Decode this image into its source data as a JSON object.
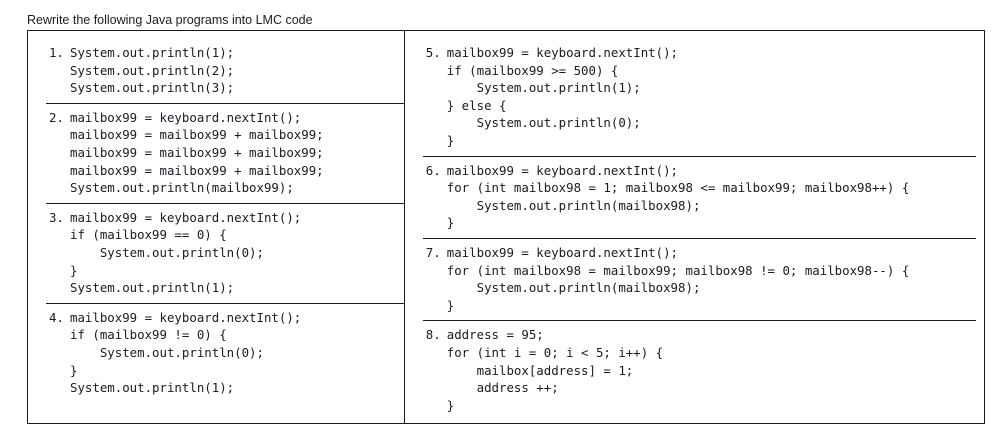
{
  "heading": "Rewrite the following Java programs into LMC code",
  "colors": {
    "text": "#1a1a28",
    "border": "#1a1a1a",
    "background": "#ffffff"
  },
  "table": {
    "columns": [
      {
        "name": "left-column",
        "items": [
          {
            "number": "1.",
            "code": "System.out.println(1);\nSystem.out.println(2);\nSystem.out.println(3);",
            "rule_below": true
          },
          {
            "number": "2.",
            "code": "mailbox99 = keyboard.nextInt();\nmailbox99 = mailbox99 + mailbox99;\nmailbox99 = mailbox99 + mailbox99;\nmailbox99 = mailbox99 + mailbox99;\nSystem.out.println(mailbox99);",
            "rule_below": true
          },
          {
            "number": "3.",
            "code": "mailbox99 = keyboard.nextInt();\nif (mailbox99 == 0) {\n    System.out.println(0);\n}\nSystem.out.println(1);",
            "rule_below": true
          },
          {
            "number": "4.",
            "code": "mailbox99 = keyboard.nextInt();\nif (mailbox99 != 0) {\n    System.out.println(0);\n}\nSystem.out.println(1);",
            "rule_below": false
          }
        ]
      },
      {
        "name": "right-column",
        "items": [
          {
            "number": "5.",
            "code": "mailbox99 = keyboard.nextInt();\nif (mailbox99 >= 500) {\n    System.out.println(1);\n} else {\n    System.out.println(0);\n}",
            "rule_below": true
          },
          {
            "number": "6.",
            "code": "mailbox99 = keyboard.nextInt();\nfor (int mailbox98 = 1; mailbox98 <= mailbox99; mailbox98++) {\n    System.out.println(mailbox98);\n}",
            "rule_below": true
          },
          {
            "number": "7.",
            "code": "mailbox99 = keyboard.nextInt();\nfor (int mailbox98 = mailbox99; mailbox98 != 0; mailbox98--) {\n    System.out.println(mailbox98);\n}",
            "rule_below": true
          },
          {
            "number": "8.",
            "code": "address = 95;\nfor (int i = 0; i < 5; i++) {\n    mailbox[address] = 1;\n    address ++;\n}",
            "rule_below": false
          }
        ]
      }
    ]
  }
}
